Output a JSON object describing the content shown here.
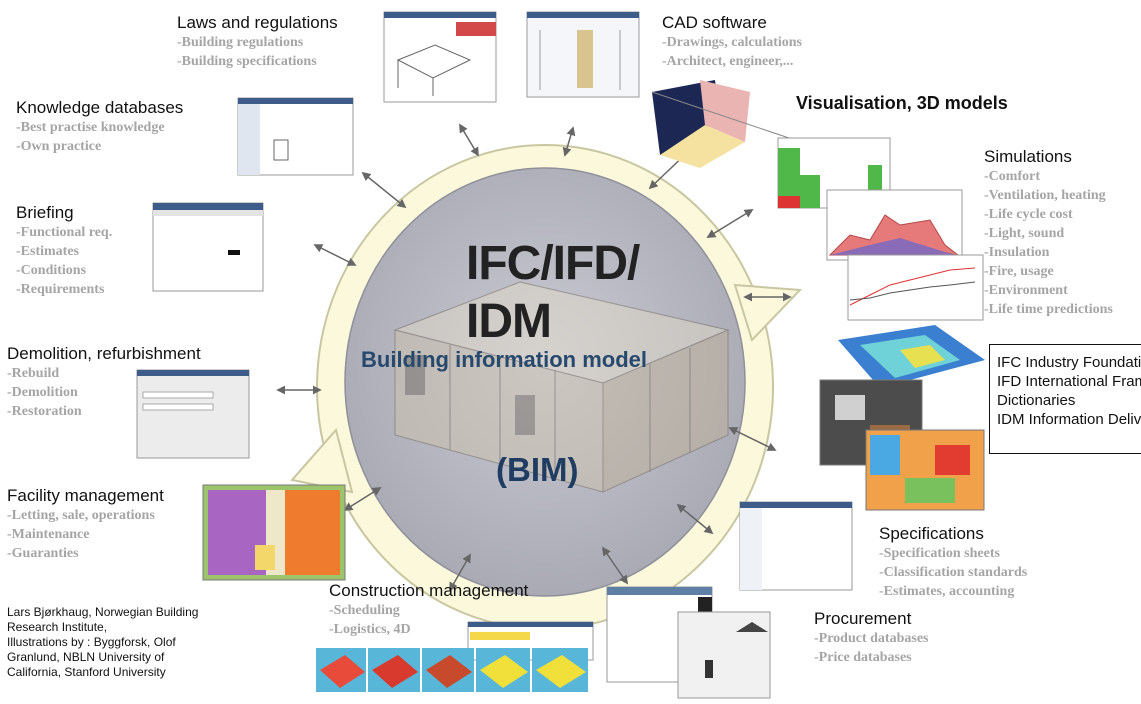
{
  "center": {
    "title_line1": "IFC/IFD/",
    "title_line2": "IDM",
    "subtitle": "Building information model",
    "abbr": "(BIM)"
  },
  "categories": {
    "laws": {
      "title": "Laws and regulations",
      "items": [
        "Building regulations",
        "Building specifications"
      ]
    },
    "cad": {
      "title": "CAD software",
      "items": [
        "Drawings, calculations",
        "Architect, engineer,..."
      ]
    },
    "knowledge": {
      "title": "Knowledge databases",
      "items": [
        "Best practise knowledge",
        "Own practice"
      ]
    },
    "visual": {
      "title": "Visualisation, 3D models"
    },
    "briefing": {
      "title": "Briefing",
      "items": [
        "Functional req.",
        "Estimates",
        "Conditions",
        "Requirements"
      ]
    },
    "simulations": {
      "title": "Simulations",
      "items": [
        "Comfort",
        "Ventilation, heating",
        "Life cycle cost",
        "Light, sound",
        "Insulation",
        "Fire, usage",
        "Environment",
        "Life time predictions"
      ]
    },
    "demolition": {
      "title": "Demolition, refurbishment",
      "items": [
        "Rebuild",
        "Demolition",
        "Restoration"
      ]
    },
    "facility": {
      "title": "Facility management",
      "items": [
        "Letting, sale, operations",
        "Maintenance",
        "Guaranties"
      ]
    },
    "specifications": {
      "title": "Specifications",
      "items": [
        "Specification sheets",
        "Classification standards",
        "Estimates, accounting"
      ]
    },
    "construction": {
      "title": "Construction management",
      "items": [
        "Scheduling",
        "Logistics, 4D"
      ]
    },
    "procurement": {
      "title": "Procurement",
      "items": [
        "Product databases",
        "Price databases"
      ]
    }
  },
  "legend": {
    "lines": [
      "IFC Industry Foundation Classes",
      "IFD International Framework for",
      "Dictionaries",
      "IDM  Information Delivery Manual"
    ]
  },
  "credits": [
    "Lars Bjørkhaug, Norwegian Building",
    "Research Institute,",
    "Illustrations by : Byggforsk, Olof",
    "Granlund, NBLN University of",
    "California, Stanford University"
  ],
  "colors": {
    "ring_fill": "#fbf8dc",
    "ring_stroke": "#c9c6a2",
    "disc": "#b9bac3",
    "title": "#111111",
    "item": "#a5a5a5",
    "subtitle": "#27496e"
  }
}
